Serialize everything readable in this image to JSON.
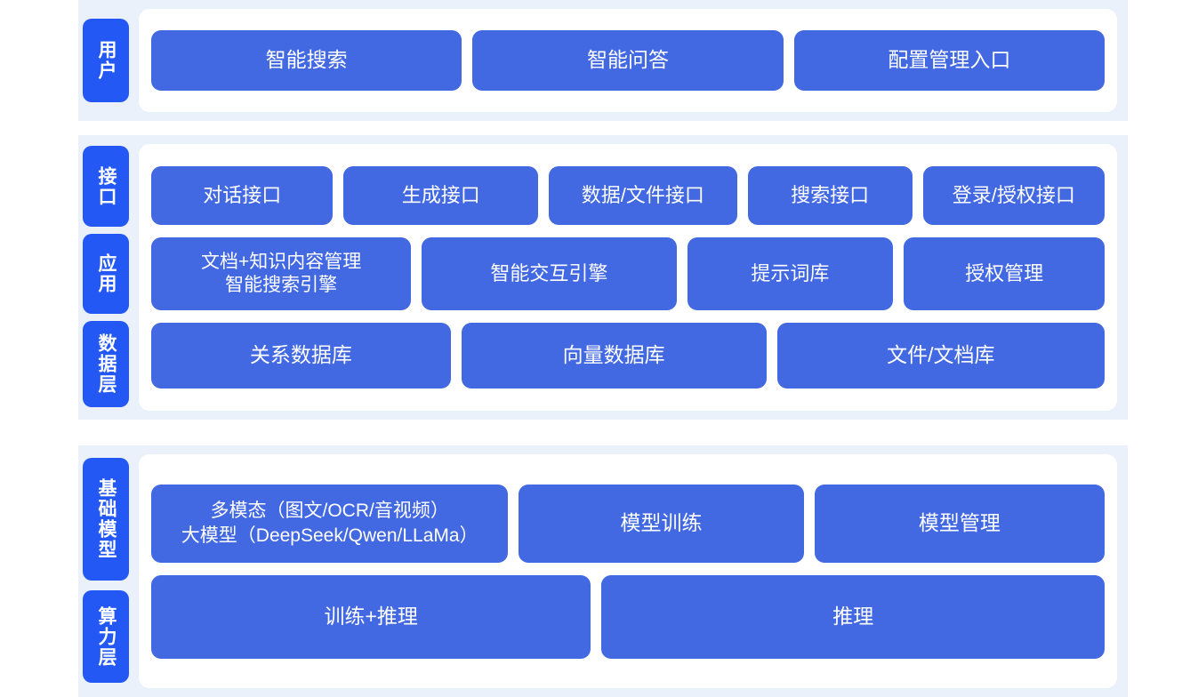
{
  "colors": {
    "page_background": "#ffffff",
    "section_background": "#eaf1fa",
    "tag_blue": "#2458f5",
    "box_blue": "#4268e2",
    "card_white": "#ffffff",
    "text_on_blue": "#ffffff"
  },
  "sections": [
    {
      "id": "users",
      "tags": [
        "用户"
      ],
      "rows": [
        {
          "id": "user-entries",
          "boxes": [
            "智能搜索",
            "智能问答",
            "配置管理入口"
          ]
        }
      ]
    },
    {
      "id": "middle",
      "tags": [
        "接口",
        "应用",
        "数据层"
      ],
      "rows": [
        {
          "id": "api-row",
          "boxes": [
            "对话接口",
            "生成接口",
            "数据/文件接口",
            "搜索接口",
            "登录/授权接口"
          ]
        },
        {
          "id": "application-row",
          "boxes": [
            "文档+知识内容管理\n智能搜索引擎",
            "智能交互引擎",
            "提示词库",
            "授权管理"
          ]
        },
        {
          "id": "data-row",
          "boxes": [
            "关系数据库",
            "向量数据库",
            "文件/文档库"
          ]
        }
      ]
    },
    {
      "id": "infrastructure",
      "tags": [
        "基础模型",
        "算力层"
      ],
      "rows": [
        {
          "id": "model-row",
          "boxes": [
            "多模态（图文/OCR/音视频）\n大模型（DeepSeek/Qwen/LLaMa）",
            "模型训练",
            "模型管理"
          ]
        },
        {
          "id": "compute-row",
          "boxes": [
            "训练+推理",
            "推理"
          ]
        }
      ]
    }
  ]
}
